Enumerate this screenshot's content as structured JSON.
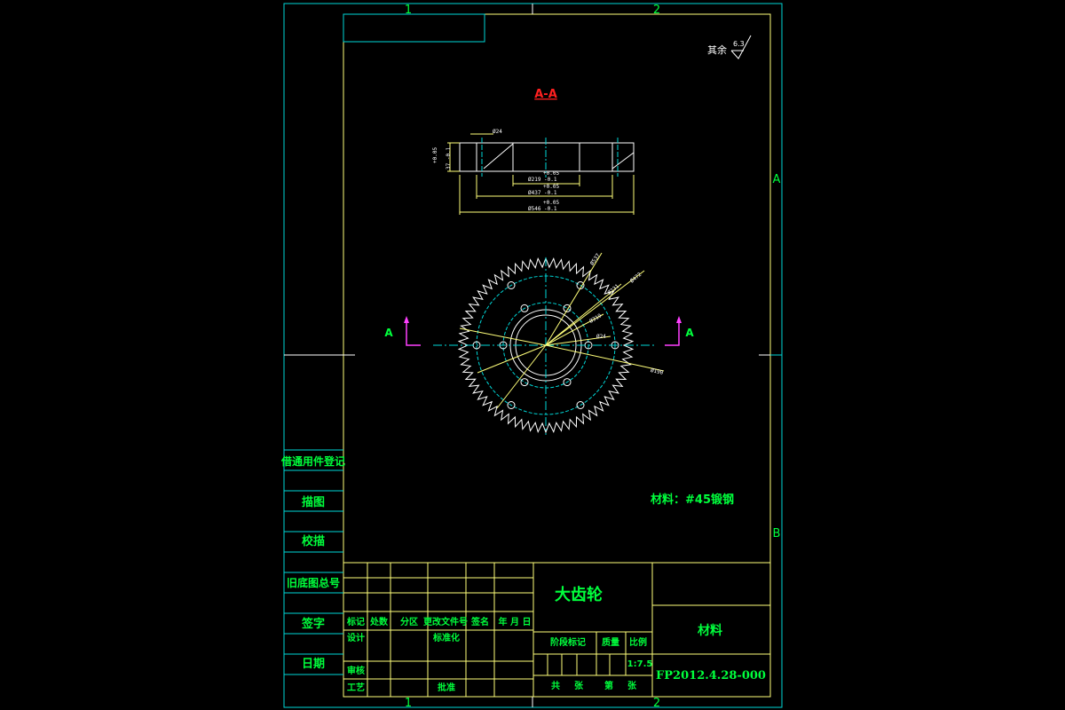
{
  "zones": {
    "top_left": "1",
    "top_right": "2",
    "bottom_left": "1",
    "bottom_right": "2",
    "right_a": "A",
    "right_b": "B"
  },
  "roughness": {
    "label": "其余",
    "value": "6.3"
  },
  "section": {
    "title": "A-A",
    "cut_left": "A",
    "cut_right": "A"
  },
  "section_dims": {
    "bore_hole": "Ø24",
    "height_tol": "+0.05",
    "height": "37 -0.1",
    "inner_tol": "+0.05",
    "inner": "Ø219 -0.1",
    "mid_tol": "+0.05",
    "mid": "Ø437 -0.1",
    "outer_tol": "+0.05",
    "outer": "Ø546 -0.1"
  },
  "gear_dims": {
    "d1": "Ø537",
    "d2": "Ø472",
    "d3": "Ø231",
    "d4": "Ø319",
    "d5": "Ø24",
    "d6": "Ø190"
  },
  "material_note": "材料：#45锻钢",
  "left_strip": [
    "借通用件登记",
    "描图",
    "校描",
    "旧底图总号",
    "签字",
    "日期"
  ],
  "title_block": {
    "part_name": "大齿轮",
    "material_label": "材料",
    "drawing_no": "FP2012.4.28-000",
    "row_mark": "标记",
    "row_count": "处数",
    "row_zone": "分区",
    "row_docno": "更改文件号",
    "row_sign": "签名",
    "row_date": "年 月 日",
    "design": "设计",
    "standard": "标准化",
    "review": "审核",
    "process": "工艺",
    "approve": "批准",
    "stage_mark": "阶段标记",
    "weight": "质量",
    "scale": "比例",
    "scale_value": "1:7.5",
    "total": "共",
    "sheets": "张",
    "sheet_no": "第",
    "sheet_no_unit": "张"
  }
}
